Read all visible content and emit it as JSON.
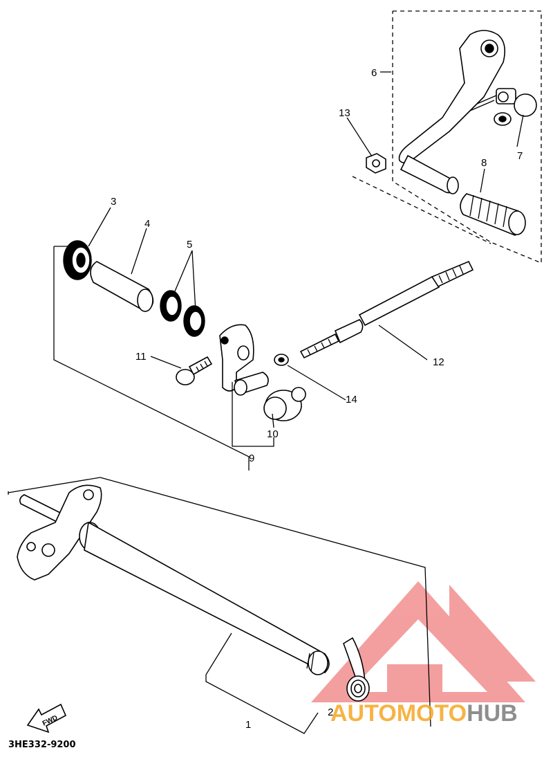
{
  "callouts": {
    "c1": "1",
    "c2": "2",
    "c3": "3",
    "c4": "4",
    "c5": "5",
    "c6": "6",
    "c7": "7",
    "c8": "8",
    "c9": "9",
    "c10": "10",
    "c11": "11",
    "c12": "12",
    "c13": "13",
    "c14": "14"
  },
  "diagram_code": "3HE332-9200",
  "fwd_label": "FWD",
  "watermark": {
    "part1": "AUTOMOTO",
    "part2": "HUB",
    "color1": "#f5a623",
    "color2": "#7a7a7a",
    "logo_color": "#f08080"
  },
  "icons": {
    "direction": "arrow-left-icon"
  }
}
